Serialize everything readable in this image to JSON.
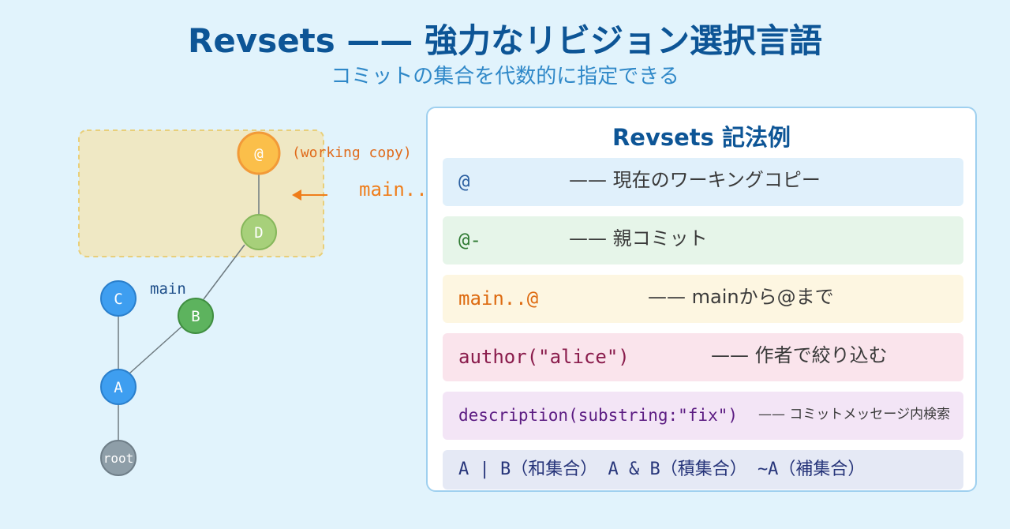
{
  "header": {
    "title": "Revsets —— 強力なリビジョン選択言語",
    "subtitle": "コミットの集合を代数的に指定できる"
  },
  "graph": {
    "nodes": [
      {
        "id": "at",
        "label": "@",
        "color": "#fbbf4a",
        "stroke": "#f29a38"
      },
      {
        "id": "D",
        "label": "D",
        "color": "#a7d07a",
        "stroke": "#86b75b"
      },
      {
        "id": "B",
        "label": "B",
        "color": "#5db35e",
        "stroke": "#3f8e40"
      },
      {
        "id": "C",
        "label": "C",
        "color": "#3e9ef0",
        "stroke": "#2a7fcc"
      },
      {
        "id": "A",
        "label": "A",
        "color": "#3e9ef0",
        "stroke": "#2a7fcc"
      },
      {
        "id": "root",
        "label": "root",
        "color": "#8e9ea8",
        "stroke": "#6f7e88"
      }
    ],
    "working_copy_label": "(working copy)",
    "main_label": "main",
    "range_label": "main..@",
    "highlight_color": "#efe8c4",
    "arrow_color": "#ef7d1a"
  },
  "panel": {
    "title": "Revsets 記法例",
    "rows": [
      {
        "expr": "@",
        "desc": "—— 現在のワーキングコピー",
        "bg": "#e0f0fb",
        "fg": "#2b5fa0"
      },
      {
        "expr": "@-",
        "desc": "—— 親コミット",
        "bg": "#e6f5e9",
        "fg": "#2f7a33"
      },
      {
        "expr": "main..@",
        "desc": "—— mainから@まで",
        "bg": "#fdf6e1",
        "fg": "#dd6a10"
      },
      {
        "expr": "author(\"alice\")",
        "desc": "—— 作者で絞り込む",
        "bg": "#fae4ec",
        "fg": "#8a1c4c"
      },
      {
        "expr": "description(substring:\"fix\")",
        "desc": "—— コミットメッセージ内検索",
        "bg": "#f3e5f6",
        "fg": "#5b1b82"
      },
      {
        "expr": "A | B（和集合） A & B（積集合） ~A（補集合）",
        "desc": "",
        "bg": "#e5e9f5",
        "fg": "#27357a"
      }
    ]
  }
}
